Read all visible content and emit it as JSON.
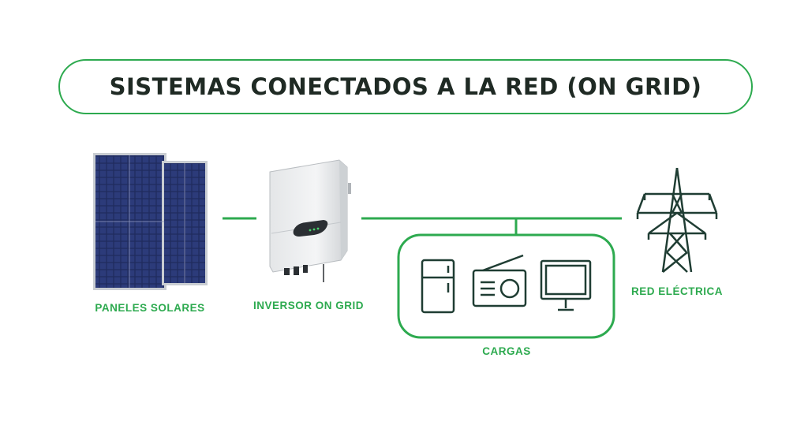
{
  "title": "SISTEMAS CONECTADOS A LA RED (ON GRID)",
  "components": {
    "panels": "PANELES SOLARES",
    "inverter": "INVERSOR ON GRID",
    "loads": "CARGAS",
    "grid": "RED ELÉCTRICA"
  },
  "icons": [
    "solar-panels",
    "inverter",
    "refrigerator-icon",
    "radio-icon",
    "monitor-icon",
    "transmission-tower-icon"
  ],
  "colors": {
    "accent": "#2daa4f",
    "dark": "#1f3d33",
    "title_text": "#1f2a24"
  }
}
